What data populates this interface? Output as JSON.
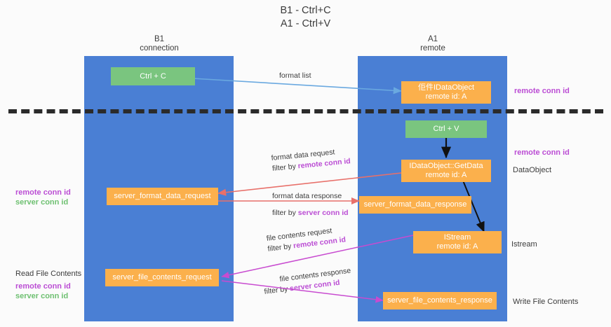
{
  "title": {
    "line1": "B1 - Ctrl+C",
    "line2": "A1 - Ctrl+V"
  },
  "columns": [
    {
      "name": "B1",
      "sub": "connection"
    },
    {
      "name": "A1",
      "sub": "remote"
    }
  ],
  "colors": {
    "lane": "#4a7fd4",
    "green_box": "#7ac57f",
    "orange_box": "#fbb04c",
    "purple_text": "#bb4dd4",
    "green_text": "#6ec071",
    "red_arrow": "#e8706a",
    "blue_arrow": "#6aa9e0",
    "magenta_arrow": "#c84bd0",
    "black_arrow": "#111111",
    "divider": "#2b2b2b"
  },
  "boxes": {
    "ctrl_c": "Ctrl + C",
    "ctrl_v": "Ctrl + V",
    "idataobject_l1": "佢件IDataObject",
    "idataobject_l2": "remote id: A",
    "getdata_l1": "IDataObject::GetData",
    "getdata_l2": "remote id: A",
    "istream_l1": "IStream",
    "istream_l2": "remote id: A",
    "server_format_data_request": "server_format_data_request",
    "server_format_data_response": "server_format_data_response",
    "server_file_contents_request": "server_file_contents_request",
    "server_file_contents_response": "server_file_contents_response"
  },
  "edge_labels": {
    "format_list": "format list",
    "format_data_request": "format data request",
    "format_data_request_filter_pre": "filter by ",
    "format_data_request_filter_key": "remote conn id",
    "format_data_response": "format data response",
    "format_data_response_filter_pre": "filter by ",
    "format_data_response_filter_key": "server conn id",
    "file_contents_request": "file contents request",
    "file_contents_request_filter_pre": "filter by ",
    "file_contents_request_filter_key": "remote conn id",
    "file_contents_response": "file contents response",
    "file_contents_response_filter_pre": "filter by ",
    "file_contents_response_filter_key": "server conn id"
  },
  "right_annotations": {
    "remote_conn_id_top": "remote conn id",
    "remote_conn_id_mid": "remote conn id",
    "dataobject": "DataObject",
    "istream": "Istream",
    "write_file_contents": "Write File Contents"
  },
  "left_annotations": {
    "remote_conn_id": "remote conn id",
    "server_conn_id": "server conn id",
    "read_file_contents": "Read File Contents",
    "remote_conn_id_2": "remote conn id",
    "server_conn_id_2": "server conn id"
  }
}
